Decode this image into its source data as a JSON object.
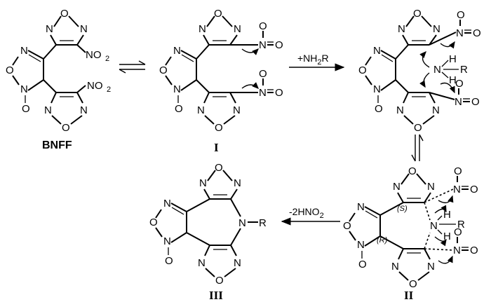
{
  "atoms": {
    "N": "N",
    "O": "O",
    "O_minus": "O",
    "NO2": "NO",
    "NO2_sub": "2",
    "nitro_N": "N",
    "nitro_O": "O",
    "H": "H",
    "R": "R"
  },
  "labels": {
    "bnff": "BNFF",
    "intermediate_I": "I",
    "intermediate_II": "II",
    "product_III": "III"
  },
  "stereo": {
    "S": "(S)",
    "R": "(R)"
  },
  "conditions": {
    "add_amine_prefix": "+NH",
    "add_amine_sub": "2",
    "add_amine_suffix": "R",
    "eliminate_prefix": "-2HNO",
    "eliminate_sub": "2"
  }
}
